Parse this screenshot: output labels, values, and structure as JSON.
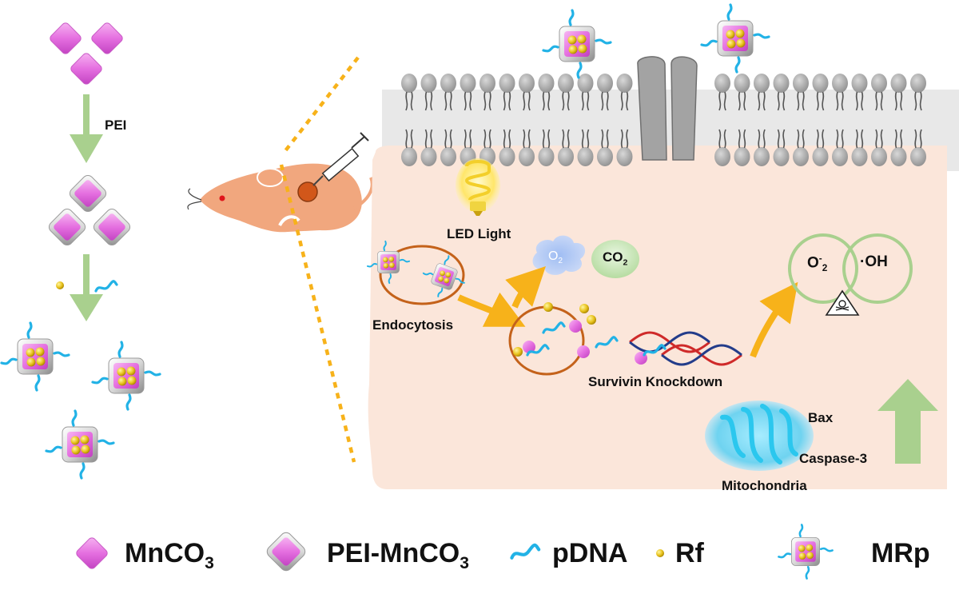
{
  "process": {
    "step1_label": "PEI"
  },
  "cell": {
    "led_label": "LED Light",
    "o2": {
      "base": "O",
      "sub": "2"
    },
    "co2": {
      "base": "CO",
      "sub": "2"
    },
    "endocytosis_label": "Endocytosis",
    "survivin_label": "Survivin Knockdown",
    "superoxide": {
      "base": "O",
      "sup": "-",
      "sub": "2"
    },
    "hydroxyl": {
      "dot": "·",
      "base": "OH"
    },
    "bax_label": "Bax",
    "caspase_label": "Caspase-3",
    "mito_label": "Mitochondria"
  },
  "legend": {
    "mnco3": {
      "base": "MnCO",
      "sub": "3"
    },
    "pei_mnco3": {
      "base": "PEI-MnCO",
      "sub": "3"
    },
    "pdna": "pDNA",
    "rf": "Rf",
    "mrp": "MRp"
  },
  "colors": {
    "diamond_pink": "#e86fe0",
    "cell_fill": "#fbe6da",
    "arrow_green": "#a9d08e",
    "arrow_orange": "#f7b21a",
    "dna_blue": "#2ab3e6",
    "mouse_orange": "#f1a77e"
  }
}
